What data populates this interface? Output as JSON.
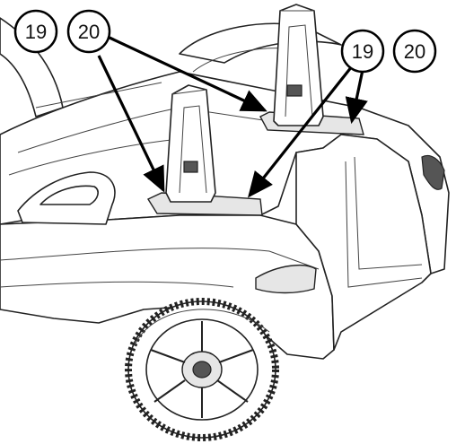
{
  "callouts": [
    {
      "id": "left",
      "labels": [
        "19",
        "20"
      ]
    },
    {
      "id": "right",
      "labels": [
        "19",
        "20"
      ]
    }
  ],
  "icons": {
    "vehicle": "ride-on-car-rear-illustration",
    "wheel": "tire-icon",
    "bracket": "seat-bracket-icon"
  }
}
